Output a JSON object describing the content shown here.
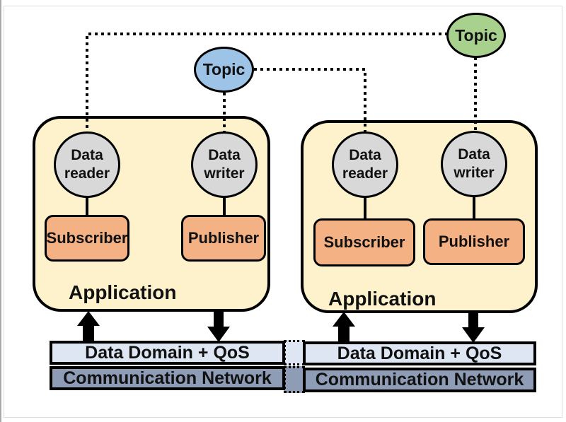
{
  "topics": {
    "blue": {
      "label": "Topic",
      "fill": "#9dc3e6"
    },
    "green": {
      "label": "Topic",
      "fill": "#a9d18e"
    }
  },
  "app_left": {
    "title": "Application",
    "data_reader": {
      "line1": "Data",
      "line2": "reader"
    },
    "data_writer": {
      "line1": "Data",
      "line2": "writer"
    },
    "subscriber": "Subscriber",
    "publisher": "Publisher"
  },
  "app_right": {
    "title": "Application",
    "data_reader": {
      "line1": "Data",
      "line2": "reader"
    },
    "data_writer": {
      "line1": "Data",
      "line2": "writer"
    },
    "subscriber": "Subscriber",
    "publisher": "Publisher"
  },
  "infrastructure_left": {
    "data_domain": "Data Domain + QoS",
    "network": "Communication Network"
  },
  "infrastructure_right": {
    "data_domain": "Data Domain + QoS",
    "network": "Communication Network"
  },
  "colors": {
    "application_fill": "#fdf2cc",
    "node_fill": "#d8d8d8",
    "endpoint_fill": "#f4b183",
    "topic_blue_fill": "#9dc3e6",
    "topic_green_fill": "#a9d18e",
    "data_domain_fill": "#dde6f2",
    "network_fill": "#8e9cb5",
    "line_color": "#000000"
  }
}
